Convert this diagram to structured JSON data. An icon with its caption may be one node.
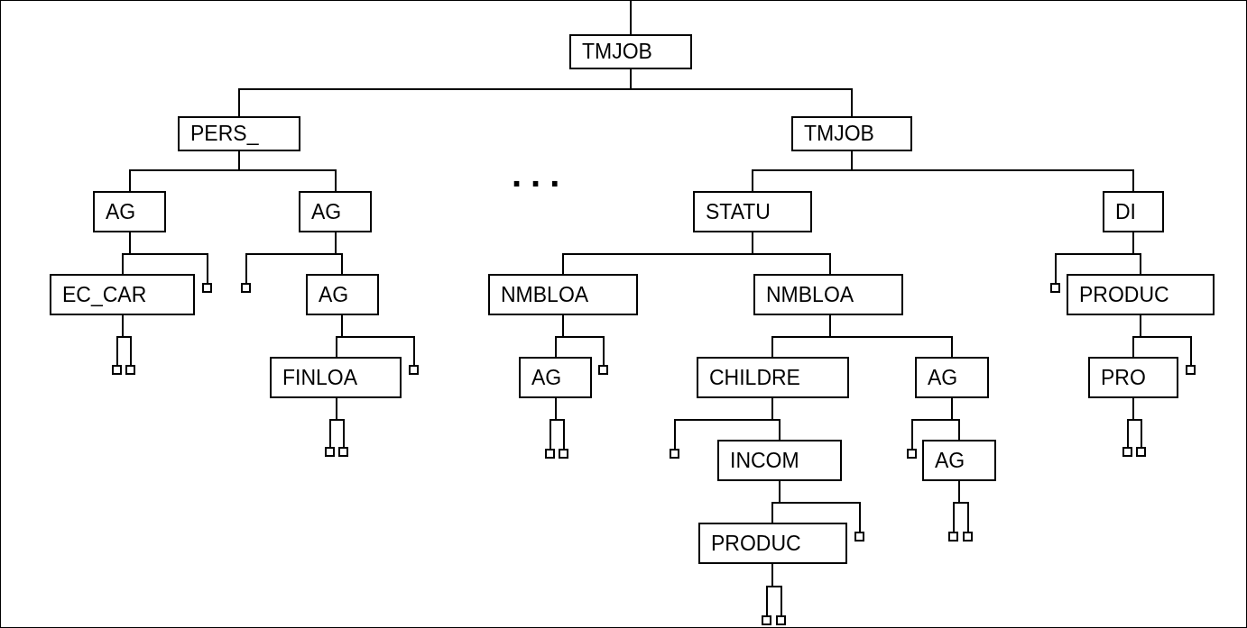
{
  "diagram": {
    "nodes": [
      {
        "text": [
          "TMJOB"
        ]
      },
      {
        "text": [
          "PERS_"
        ]
      },
      {
        "text": [
          "TMJOB"
        ]
      },
      {
        "text": [
          "AG"
        ]
      },
      {
        "text": [
          "AG"
        ]
      },
      {
        "text": [
          "EC_CAR"
        ]
      },
      {
        "text": [],
        "shape": "box"
      },
      {
        "text": [],
        "shape": "box"
      },
      {
        "text": [],
        "shape": "box"
      },
      {
        "text": [],
        "shape": "box"
      },
      {
        "text": [
          "AG"
        ]
      },
      {
        "text": [
          "FINLOA"
        ]
      },
      {
        "text": [],
        "shape": "box"
      },
      {
        "text": [],
        "shape": "box"
      },
      {
        "text": [],
        "shape": "box"
      },
      {
        "text": [
          "STATU"
        ]
      },
      {
        "text": [
          "DI"
        ]
      },
      {
        "text": [
          "NMBLOA"
        ]
      },
      {
        "text": [
          "NMBLOA"
        ]
      },
      {
        "text": [
          "AG"
        ]
      },
      {
        "text": [],
        "shape": "box"
      },
      {
        "text": [],
        "shape": "box"
      },
      {
        "text": [],
        "shape": "box"
      },
      {
        "text": [
          "CHILDRE"
        ]
      },
      {
        "text": [
          "AG"
        ]
      },
      {
        "text": [],
        "shape": "box"
      },
      {
        "text": [
          "INCOM"
        ]
      },
      {
        "text": [
          "PRODUC"
        ]
      },
      {
        "text": [],
        "shape": "box"
      },
      {
        "text": [],
        "shape": "box"
      },
      {
        "text": [],
        "shape": "box"
      },
      {
        "text": [],
        "shape": "box"
      },
      {
        "text": [
          "AG"
        ]
      },
      {
        "text": [],
        "shape": "box"
      },
      {
        "text": [],
        "shape": "box"
      },
      {
        "text": [],
        "shape": "box"
      },
      {
        "text": [
          "PRODUC"
        ]
      },
      {
        "text": [
          "PRO"
        ]
      },
      {
        "text": [],
        "shape": "box"
      },
      {
        "text": [],
        "shape": "box"
      },
      {
        "text": [],
        "shape": "box"
      }
    ],
    "edges": [
      {
        "from": null,
        "to": 0,
        "arrow": "none"
      },
      {
        "from": 0,
        "to": 1,
        "arrow": "none"
      },
      {
        "from": 0,
        "to": 2,
        "arrow": "none"
      },
      {
        "from": 1,
        "to": 3,
        "arrow": "none"
      },
      {
        "from": 1,
        "to": 4,
        "arrow": "none"
      },
      {
        "from": 3,
        "to": 5,
        "arrow": "none"
      },
      {
        "from": 3,
        "to": 6,
        "arrow": "none"
      },
      {
        "from": 5,
        "to": 7,
        "arrow": "none"
      },
      {
        "from": 5,
        "to": 8,
        "arrow": "none"
      },
      {
        "from": 4,
        "to": 9,
        "arrow": "none"
      },
      {
        "from": 4,
        "to": 10,
        "arrow": "none"
      },
      {
        "from": 10,
        "to": 11,
        "arrow": "none"
      },
      {
        "from": 10,
        "to": 12,
        "arrow": "none"
      },
      {
        "from": 11,
        "to": 13,
        "arrow": "none"
      },
      {
        "from": 11,
        "to": 14,
        "arrow": "none"
      },
      {
        "from": 2,
        "to": 15,
        "arrow": "none"
      },
      {
        "from": 2,
        "to": 16,
        "arrow": "none"
      },
      {
        "from": 15,
        "to": 17,
        "arrow": "none"
      },
      {
        "from": 15,
        "to": 18,
        "arrow": "none"
      },
      {
        "from": 17,
        "to": 19,
        "arrow": "none"
      },
      {
        "from": 17,
        "to": 20,
        "arrow": "none"
      },
      {
        "from": 19,
        "to": 21,
        "arrow": "none"
      },
      {
        "from": 19,
        "to": 22,
        "arrow": "none"
      },
      {
        "from": 18,
        "to": 23,
        "arrow": "none"
      },
      {
        "from": 18,
        "to": 24,
        "arrow": "none"
      },
      {
        "from": 23,
        "to": 25,
        "arrow": "none"
      },
      {
        "from": 23,
        "to": 26,
        "arrow": "none"
      },
      {
        "from": 26,
        "to": 27,
        "arrow": "none"
      },
      {
        "from": 26,
        "to": 28,
        "arrow": "none"
      },
      {
        "from": 27,
        "to": 29,
        "arrow": "none"
      },
      {
        "from": 27,
        "to": 30,
        "arrow": "none"
      },
      {
        "from": 24,
        "to": 31,
        "arrow": "none"
      },
      {
        "from": 24,
        "to": 32,
        "arrow": "none"
      },
      {
        "from": 32,
        "to": 33,
        "arrow": "none"
      },
      {
        "from": 32,
        "to": 34,
        "arrow": "none"
      },
      {
        "from": 16,
        "to": 35,
        "arrow": "none"
      },
      {
        "from": 16,
        "to": 36,
        "arrow": "none"
      },
      {
        "from": 36,
        "to": 37,
        "arrow": "none"
      },
      {
        "from": 36,
        "to": 38,
        "arrow": "none"
      },
      {
        "from": 37,
        "to": 39,
        "arrow": "none"
      },
      {
        "from": 37,
        "to": 40,
        "arrow": "none"
      }
    ],
    "labels": [
      "..."
    ]
  }
}
